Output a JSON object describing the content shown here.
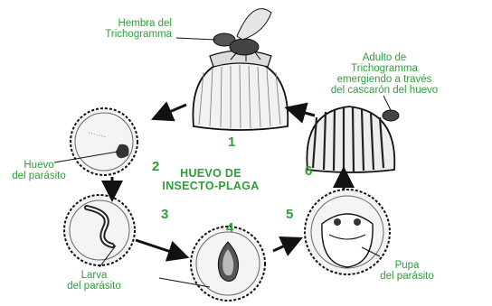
{
  "center_title": [
    "HUEVO DE",
    "INSECTO-PLAGA"
  ],
  "stages": [
    {
      "number": "1"
    },
    {
      "number": "2"
    },
    {
      "number": "3"
    },
    {
      "number": "4"
    },
    {
      "number": "5"
    },
    {
      "number": "6"
    }
  ],
  "labels": {
    "female": [
      "Hembra del",
      "Trichogramma"
    ],
    "adult": [
      "Adulto de",
      "Trichogramma",
      "emergiendo a través",
      "del cascarón del huevo"
    ],
    "egg": [
      "Huevo",
      "del parásito"
    ],
    "larva": [
      "Larva",
      "del parásito"
    ],
    "pupa": [
      "Pupa",
      "del parásito"
    ]
  },
  "colors": {
    "label_green": "#2e9e3a",
    "line_black": "#111111"
  }
}
